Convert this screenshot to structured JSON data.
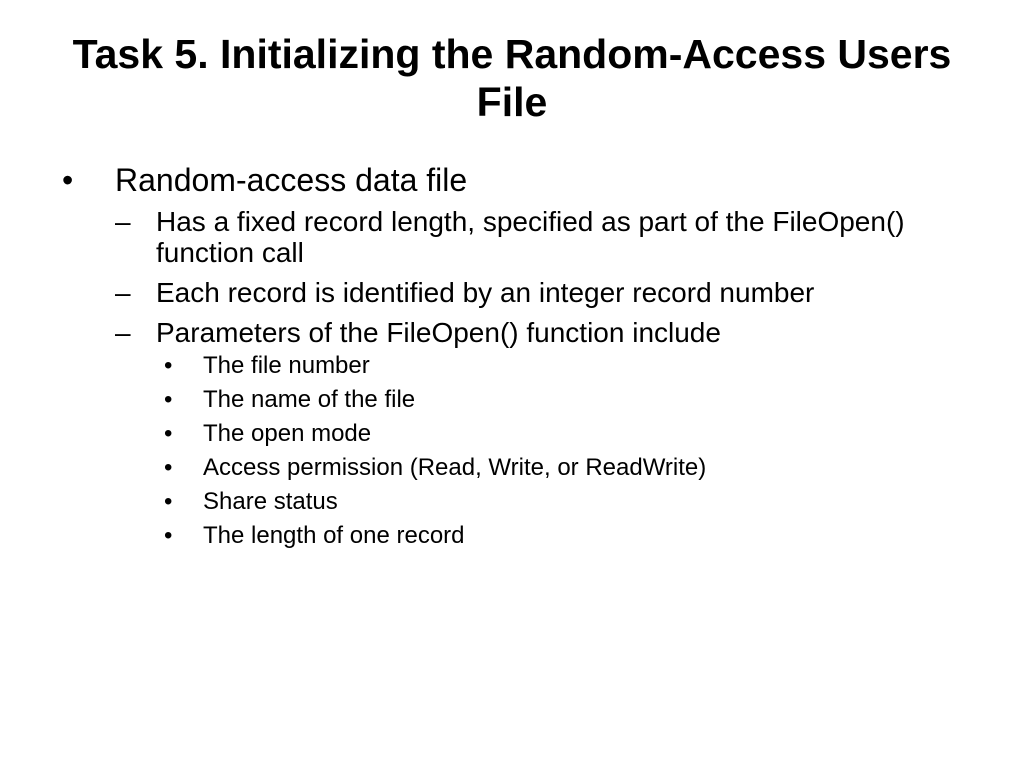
{
  "slide": {
    "title": "Task 5. Initializing the Random-Access Users File",
    "bullet_marker": "•",
    "dash_marker": "–",
    "items": [
      {
        "text": "Random-access data file",
        "children": [
          {
            "text": "Has a fixed record length, specified as part of the FileOpen() function call"
          },
          {
            "text": "Each record is identified by an integer record number"
          },
          {
            "text": "Parameters of the FileOpen() function include",
            "children": [
              {
                "text": "The file number"
              },
              {
                "text": "The name of the file"
              },
              {
                "text": "The open mode"
              },
              {
                "text": "Access permission (Read, Write, or ReadWrite)"
              },
              {
                "text": "Share status"
              },
              {
                "text": "The length of one record"
              }
            ]
          }
        ]
      }
    ]
  }
}
